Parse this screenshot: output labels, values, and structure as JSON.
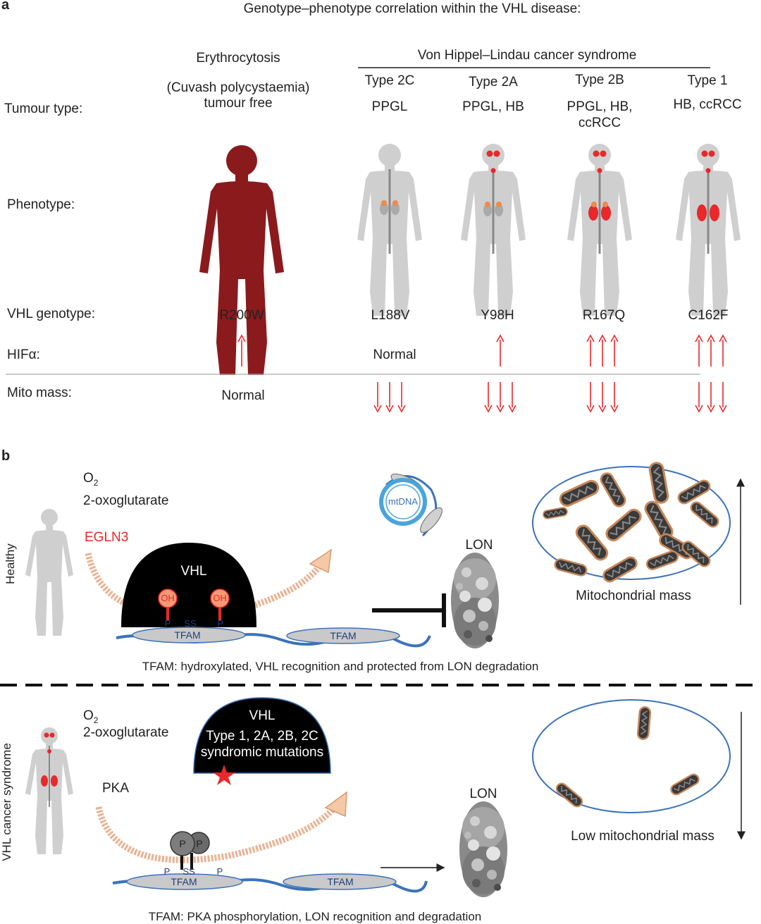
{
  "panel_a": {
    "letter": "a",
    "title": "Genotype–phenotype correlation within the VHL disease:",
    "row_labels": {
      "tumour_type": "Tumour type:",
      "phenotype": "Phenotype:",
      "genotype": "VHL genotype:",
      "hif": "HIFα:",
      "mito": "Mito mass:"
    },
    "erythrocytosis": {
      "title": "Erythrocytosis",
      "subtitle_1": "(Cuvash polycystaemia)",
      "subtitle_2": "tumour free",
      "genotype": "R200W",
      "mito": "Normal"
    },
    "syndrome_title": "Von Hippel–Lindau cancer syndrome",
    "columns": [
      {
        "type": "Type 2C",
        "tumour_1": "PPGL",
        "tumour_2": "",
        "genotype": "L188V",
        "hif_text": "Normal"
      },
      {
        "type": "Type 2A",
        "tumour_1": "PPGL, HB",
        "tumour_2": "",
        "genotype": "Y98H",
        "hif_text": ""
      },
      {
        "type": "Type 2B",
        "tumour_1": "PPGL, HB,",
        "tumour_2": "ccRCC",
        "genotype": "R167Q",
        "hif_text": ""
      },
      {
        "type": "Type 1",
        "tumour_1": "HB, ccRCC",
        "tumour_2": "",
        "genotype": "C162F",
        "hif_text": ""
      }
    ],
    "hif_arrows_up": [
      1,
      0,
      1,
      3,
      3
    ],
    "mito_arrows_down": [
      0,
      3,
      3,
      3,
      3
    ],
    "colors": {
      "accent_red": "#e8282b",
      "dark_red": "#8b1a1d",
      "figure_grey": "#cfcfcf"
    }
  },
  "panel_b": {
    "letter": "b",
    "healthy": {
      "side_label": "Healthy",
      "o2": "O",
      "o2_sub": "2",
      "oxoglutarate": "2-oxoglutarate",
      "enzyme": "EGLN3",
      "vhl": "VHL",
      "oh": "OH",
      "p": "P",
      "ss": "SS",
      "tfam": "TFAM",
      "mtdna": "mtDNA",
      "lon": "LON",
      "mito_caption": "Mitochondrial mass",
      "caption": "TFAM: hydroxylated, VHL recognition and protected from LON degradation"
    },
    "cancer": {
      "side_label": "VHL cancer syndrome",
      "o2": "O",
      "o2_sub": "2",
      "oxoglutarate": "2-oxoglutarate",
      "vhl": "VHL",
      "vhl_line2": "Type 1, 2A, 2B, 2C",
      "vhl_line3": "syndromic mutations",
      "kinase": "PKA",
      "p": "P",
      "ss": "SS",
      "tfam": "TFAM",
      "lon": "LON",
      "mito_caption": "Low mitochondrial mass",
      "caption": "TFAM: PKA phosphorylation, LON recognition and degradation"
    }
  }
}
